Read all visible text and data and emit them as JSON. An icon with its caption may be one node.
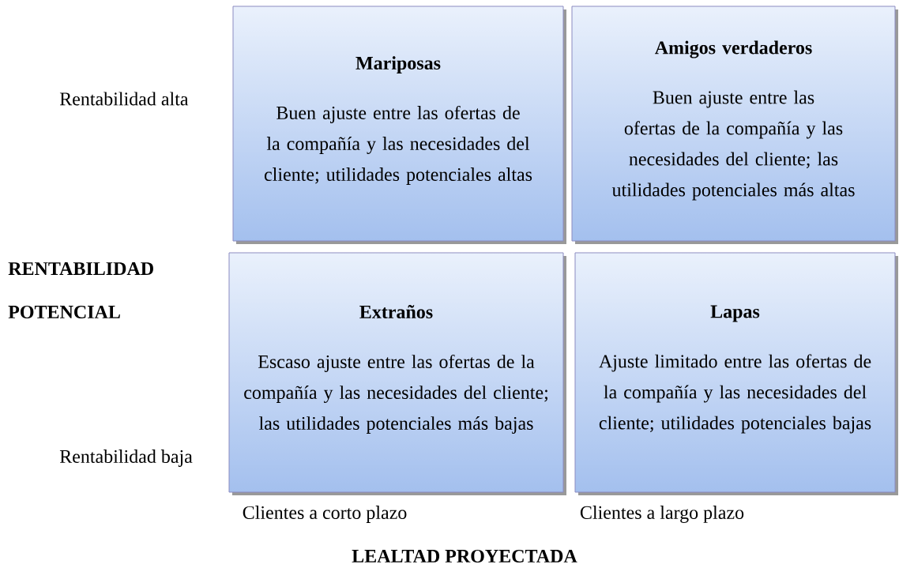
{
  "diagram": {
    "nodes": [
      {
        "text": [
          "Mariposas",
          "Buen ajuste entre las ofertas de la compañía y las necesidades del cliente; utilidades potenciales altas"
        ]
      },
      {
        "text": [
          "Amigos verdaderos",
          "Buen ajuste entre las ofertas de la compañía y las necesidades del cliente; las utilidades potenciales más altas"
        ]
      },
      {
        "text": [
          "Extraños",
          "Escaso ajuste entre las ofertas de la compañía y las necesidades del cliente; las utilidades potenciales más bajas"
        ]
      },
      {
        "text": [
          "Lapas",
          "Ajuste limitado entre las ofertas de la compañía y las necesidades del cliente; utilidades potenciales bajas"
        ]
      }
    ],
    "labels": [
      "Rentabilidad alta",
      "RENTABILIDAD",
      "POTENCIAL",
      "Rentabilidad baja",
      "Clientes a corto plazo",
      "Clientes a largo plazo",
      "LEALTAD PROYECTADA"
    ]
  }
}
